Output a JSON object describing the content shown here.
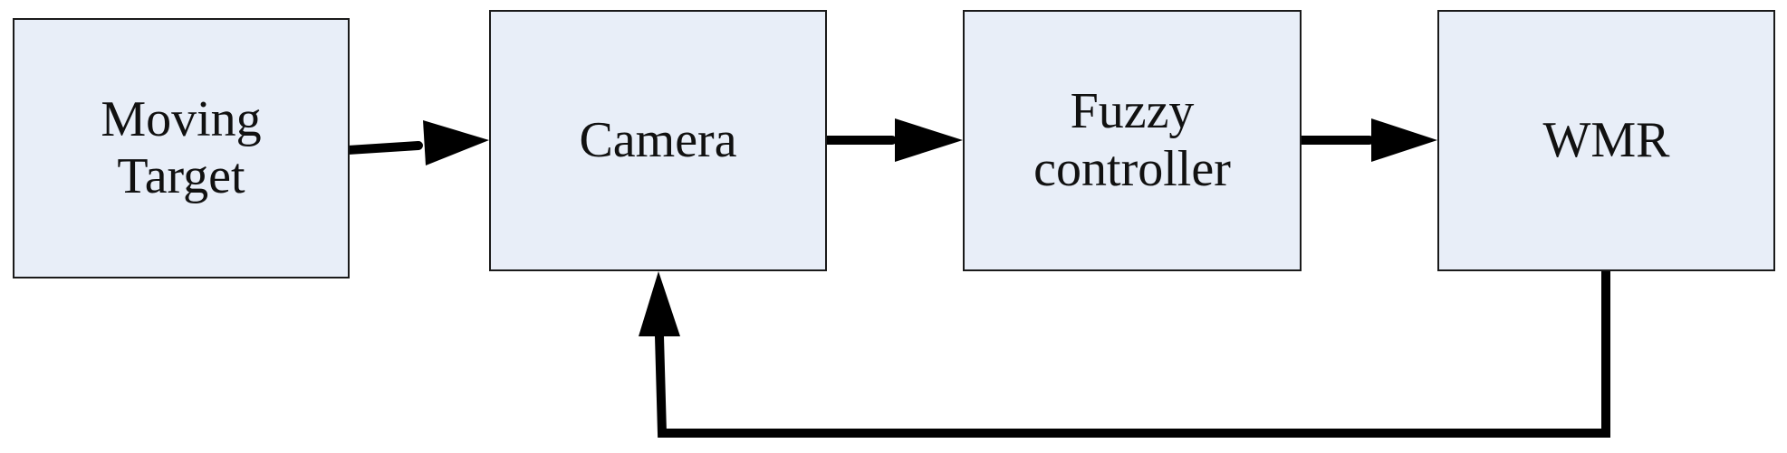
{
  "diagram": {
    "blocks": {
      "moving_target": {
        "label": "Moving\nTarget"
      },
      "camera": {
        "label": "Camera"
      },
      "fuzzy_controller": {
        "label": "Fuzzy\ncontroller"
      },
      "wmr": {
        "label": "WMR"
      }
    },
    "connections": [
      {
        "from": "Moving Target",
        "to": "Camera"
      },
      {
        "from": "Camera",
        "to": "Fuzzy controller"
      },
      {
        "from": "Fuzzy controller",
        "to": "WMR"
      },
      {
        "from": "WMR",
        "to": "Camera",
        "kind": "feedback"
      }
    ],
    "colors": {
      "block_fill": "#e8eef8",
      "block_border": "#1a1a1a",
      "arrow": "#000000"
    }
  }
}
